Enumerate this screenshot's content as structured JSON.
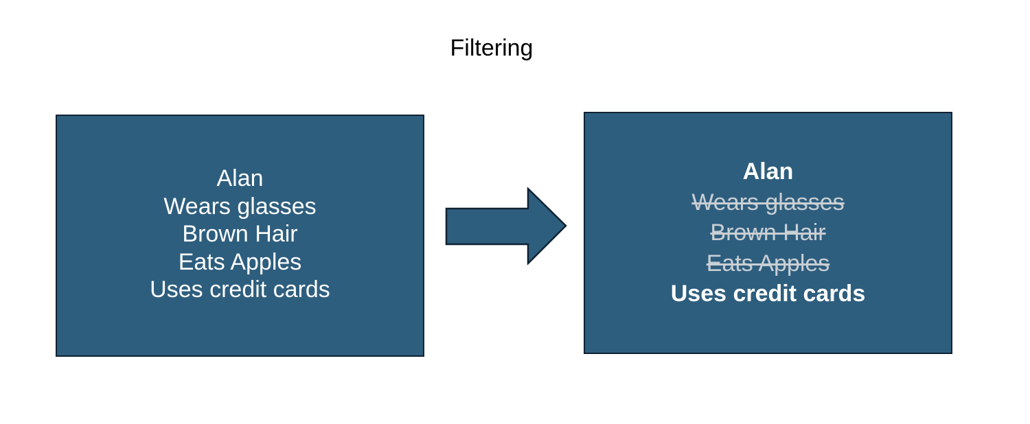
{
  "title": "Filtering",
  "input_box": {
    "lines": [
      "Alan",
      "Wears glasses",
      "Brown Hair",
      "Eats Apples",
      "Uses credit cards"
    ]
  },
  "output_box": {
    "lines": [
      {
        "text": "Alan",
        "status": "kept"
      },
      {
        "text": "Wears glasses",
        "status": "struck"
      },
      {
        "text": "Brown Hair",
        "status": "struck"
      },
      {
        "text": "Eats Apples",
        "status": "struck"
      },
      {
        "text": "Uses credit cards",
        "status": "kept"
      }
    ]
  },
  "colors": {
    "box_fill": "#2e5e7e",
    "box_border": "#0f2233",
    "kept_text": "#ffffff",
    "struck_text": "#c9cfd4"
  }
}
